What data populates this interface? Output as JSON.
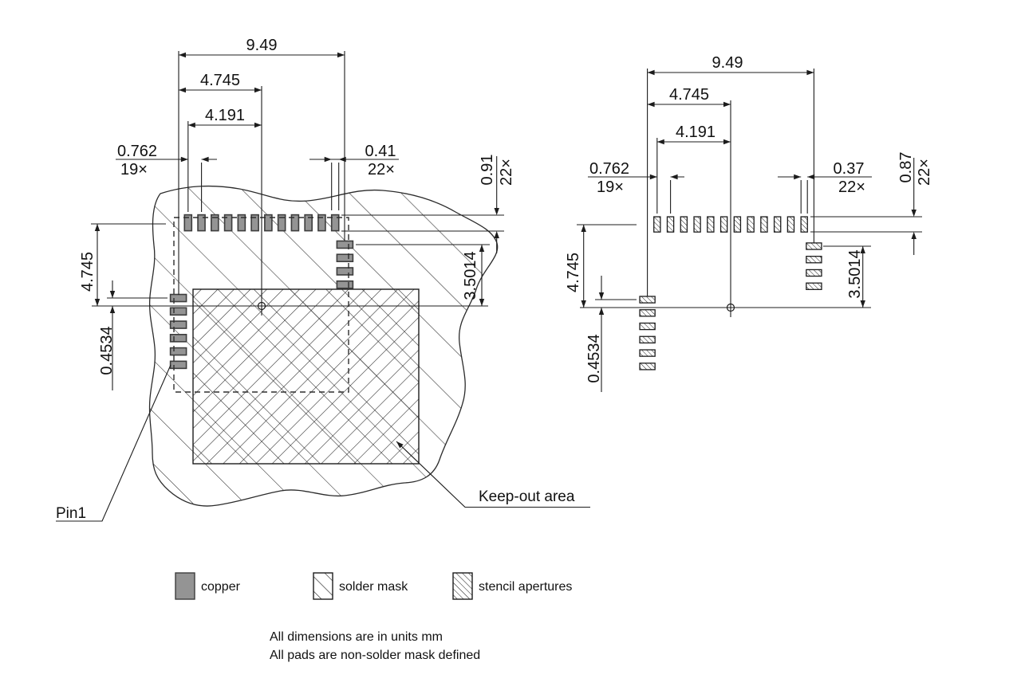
{
  "colors": {
    "copper_fill": "#949494",
    "copper_stroke": "#3d3d3d",
    "line_color": "#1c1c1c",
    "background": "#ffffff"
  },
  "left_view": {
    "dims": {
      "overall_width": "9.49",
      "half_width": "4.745",
      "center_to_first_pad": "4.191",
      "pitch": "0.762",
      "pitch_count": "19×",
      "pad_width": "0.41",
      "pad_width_count": "22×",
      "pad_length": "0.91",
      "pad_length_count": "22×",
      "vertical_half": "4.745",
      "left_col_first_pad_offset": "0.4534",
      "right_col_first_pad_offset": "3.5014"
    },
    "labels": {
      "pin1": "Pin1",
      "keepout": "Keep-out area"
    }
  },
  "right_view": {
    "dims": {
      "overall_width": "9.49",
      "half_width": "4.745",
      "center_to_first_pad": "4.191",
      "pitch": "0.762",
      "pitch_count": "19×",
      "aperture_width": "0.37",
      "aperture_width_count": "22×",
      "aperture_length": "0.87",
      "aperture_length_count": "22×",
      "vertical_half": "4.745",
      "left_col_first_aperture_offset": "0.4534",
      "right_col_first_aperture_offset": "3.5014"
    }
  },
  "pads": {
    "top_count": 12,
    "left_count": 6,
    "right_count": 4
  },
  "legend": {
    "items": [
      {
        "id": "copper",
        "label": "copper"
      },
      {
        "id": "solder-mask",
        "label": "solder mask"
      },
      {
        "id": "stencil-apertures",
        "label": "stencil apertures"
      }
    ]
  },
  "notes": {
    "line1": "All dimensions are in units mm",
    "line2": "All pads are non-solder mask defined"
  }
}
